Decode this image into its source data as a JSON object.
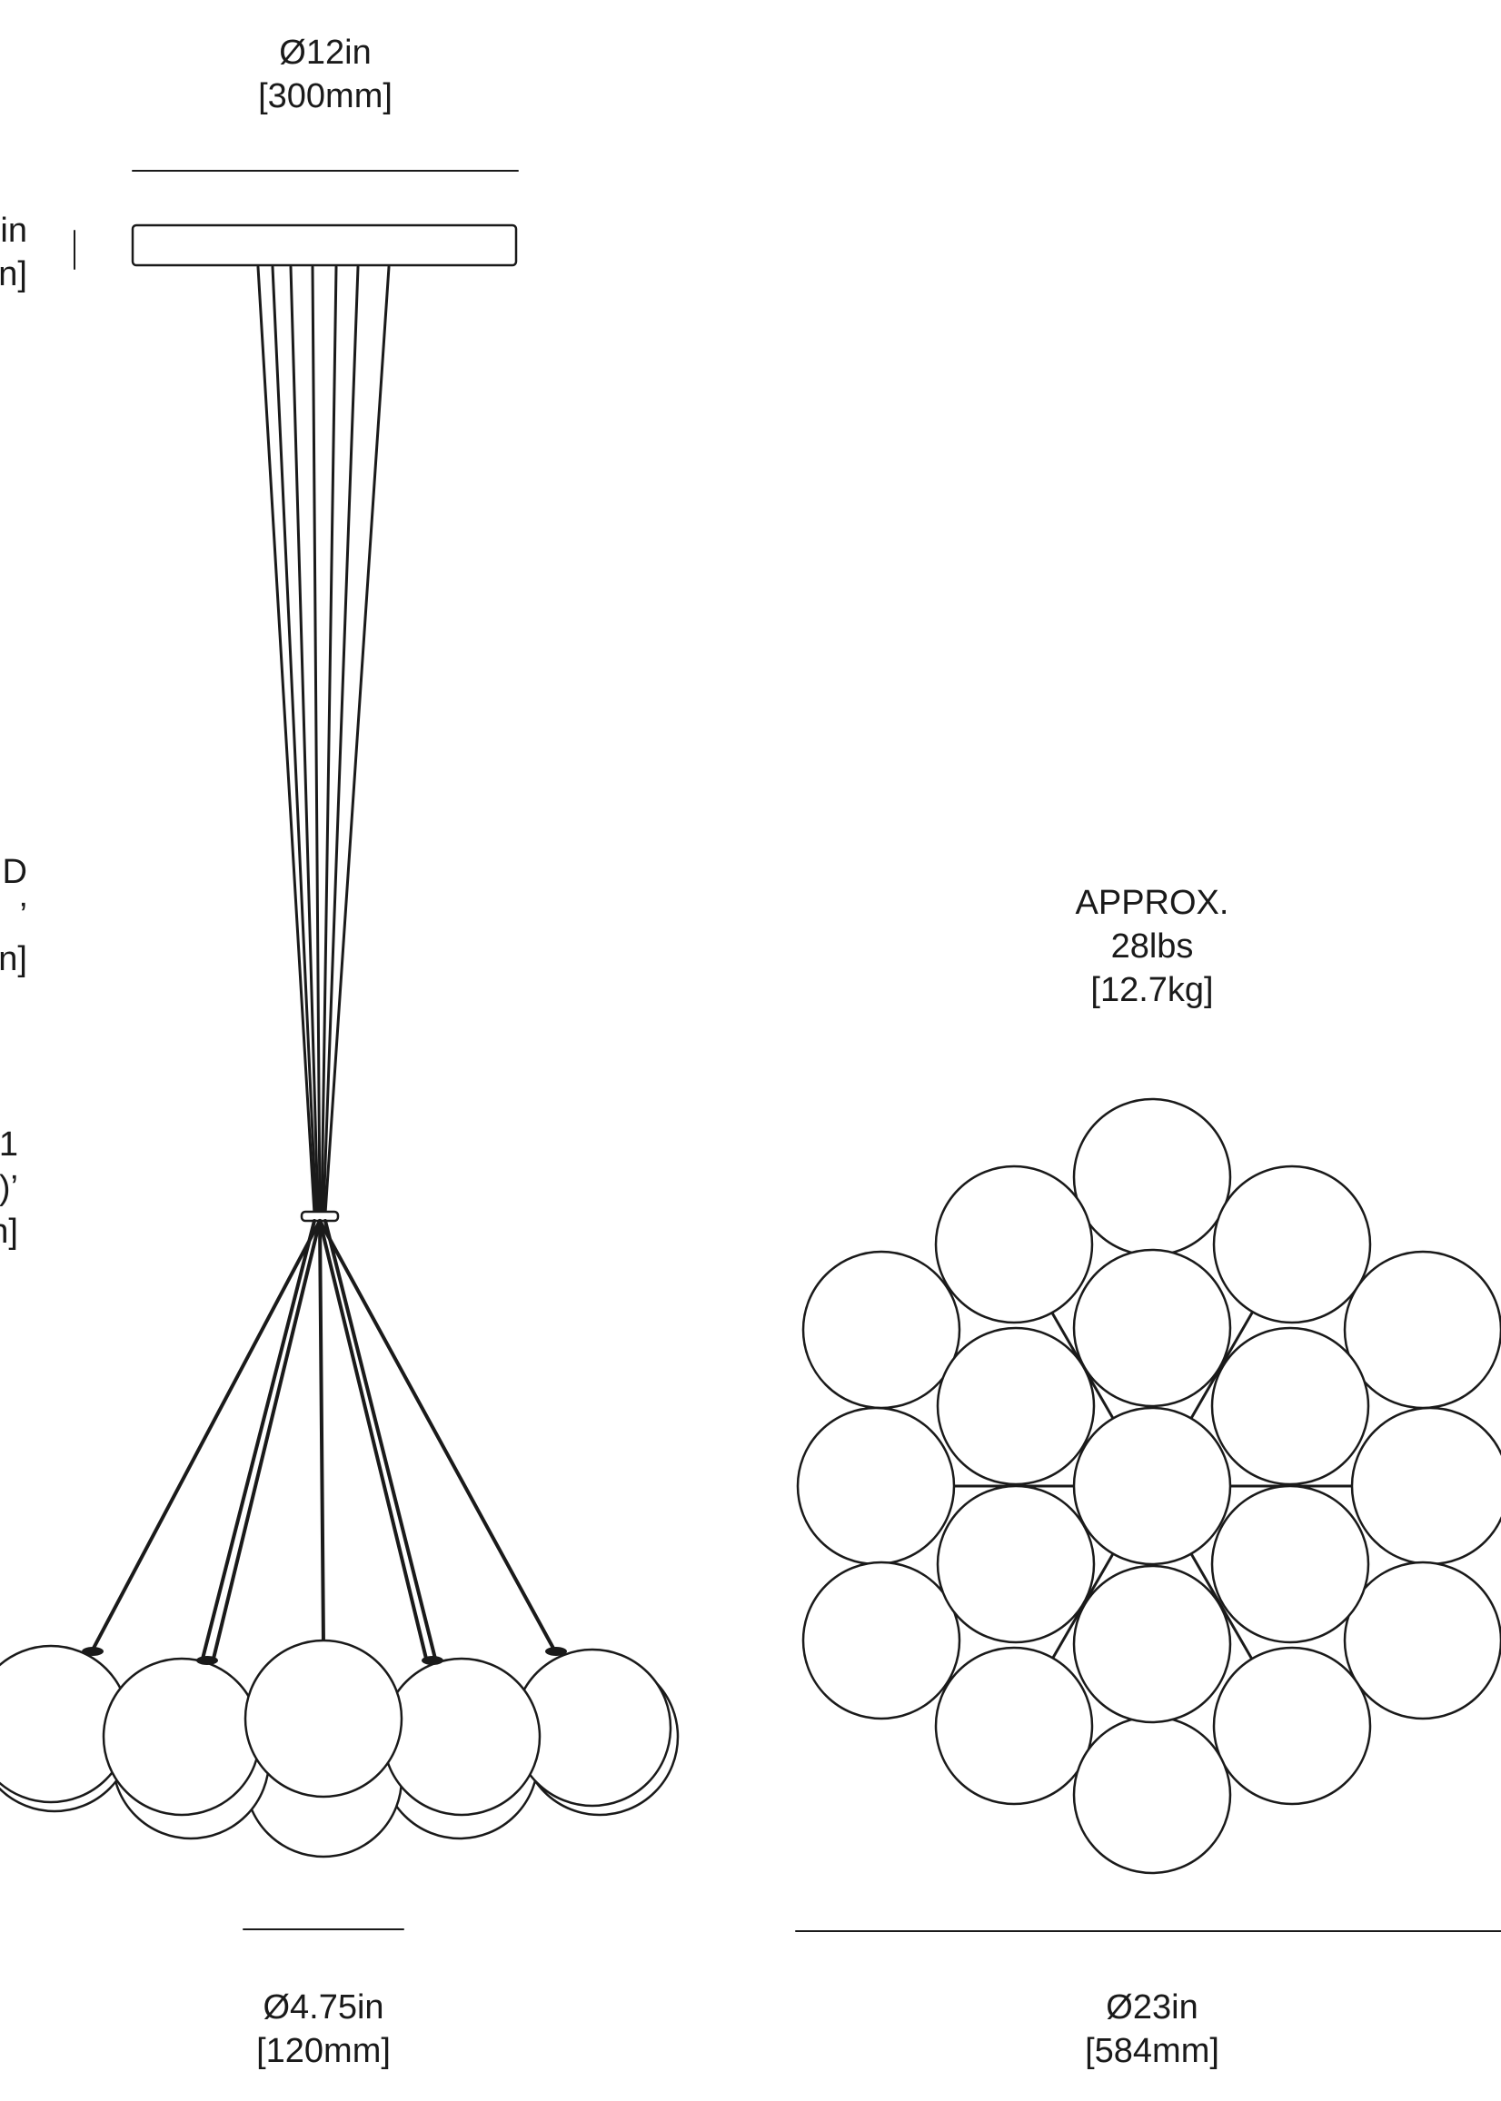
{
  "canopy_dimension": {
    "imperial": "Ø12in",
    "metric": "[300mm]"
  },
  "canopy_height_partial": {
    "line1": "in",
    "line2": "n]"
  },
  "overall_drop_partial": {
    "line1": "D",
    "line2": "’",
    "line3": "n]"
  },
  "minimum_drop_partial": {
    "line1": "1",
    "line2": ")’",
    "line3": "n]"
  },
  "weight": {
    "line1": "APPROX.",
    "line2": "28lbs",
    "line3": "[12.7kg]"
  },
  "globe_dimension": {
    "imperial": "Ø4.75in",
    "metric": "[120mm]"
  },
  "cluster_dimension": {
    "imperial": "Ø23in",
    "metric": "[584mm]"
  }
}
